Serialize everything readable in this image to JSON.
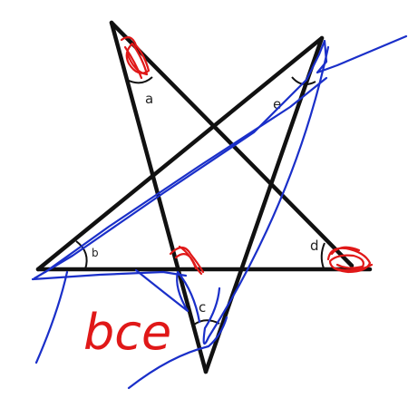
{
  "colors": {
    "background": "#ffffff",
    "star_lines": "#111111",
    "blue_ink": "#1a2fc9",
    "red_ink": "#e01818"
  },
  "angle_labels": {
    "a": "a",
    "b": "b",
    "c": "c",
    "d": "d",
    "e": "e"
  },
  "handwritten_note": "bce"
}
